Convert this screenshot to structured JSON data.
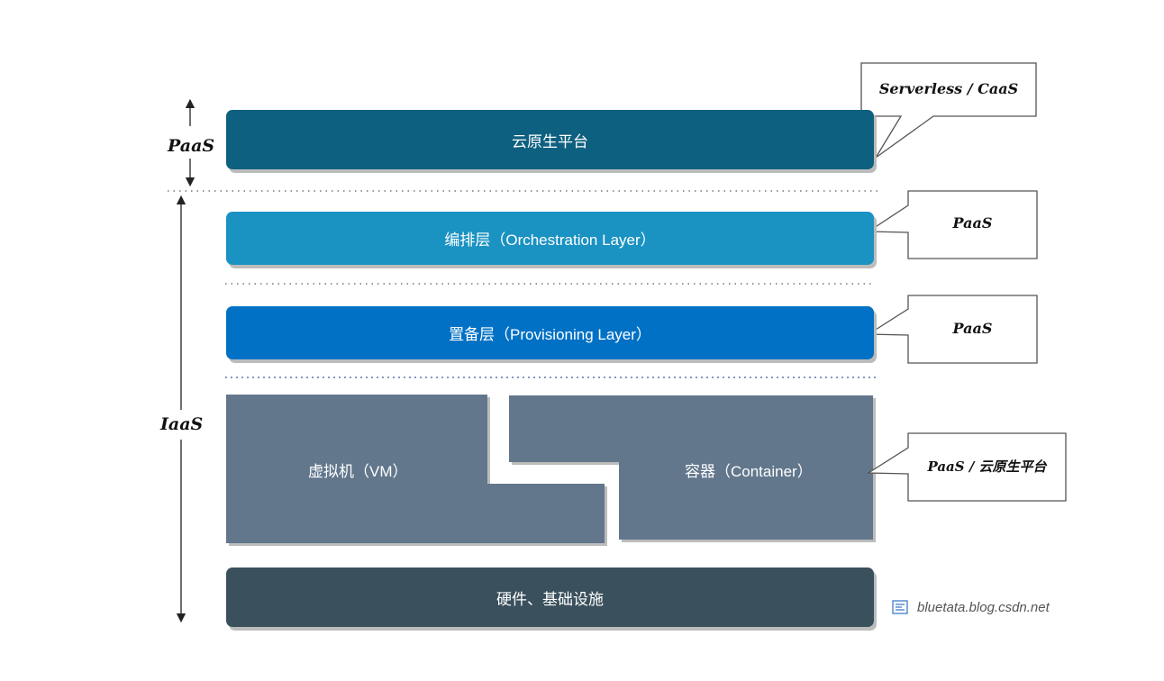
{
  "layers": {
    "cloud_native_platform": "云原生平台",
    "orchestration": "编排层（Orchestration Layer）",
    "provisioning": "置备层（Provisioning Layer）",
    "vm": "虚拟机（VM）",
    "container": "容器（Container）",
    "hardware": "硬件、基础设施"
  },
  "side_labels": {
    "paas": "PaaS",
    "iaas": "IaaS"
  },
  "callouts": {
    "top": "Serverless / CaaS",
    "orchestration": "PaaS",
    "provisioning": "PaaS",
    "container": "PaaS / 云原生平台"
  },
  "watermark": {
    "text": "bluetata.blog.csdn.net",
    "icon": "csdn-logo-icon"
  },
  "colors": {
    "cloud_native": "#0e6080",
    "orchestration": "#1a92c2",
    "provisioning": "#0071c5",
    "compute": "#62778c",
    "hardware": "#3a505c"
  }
}
